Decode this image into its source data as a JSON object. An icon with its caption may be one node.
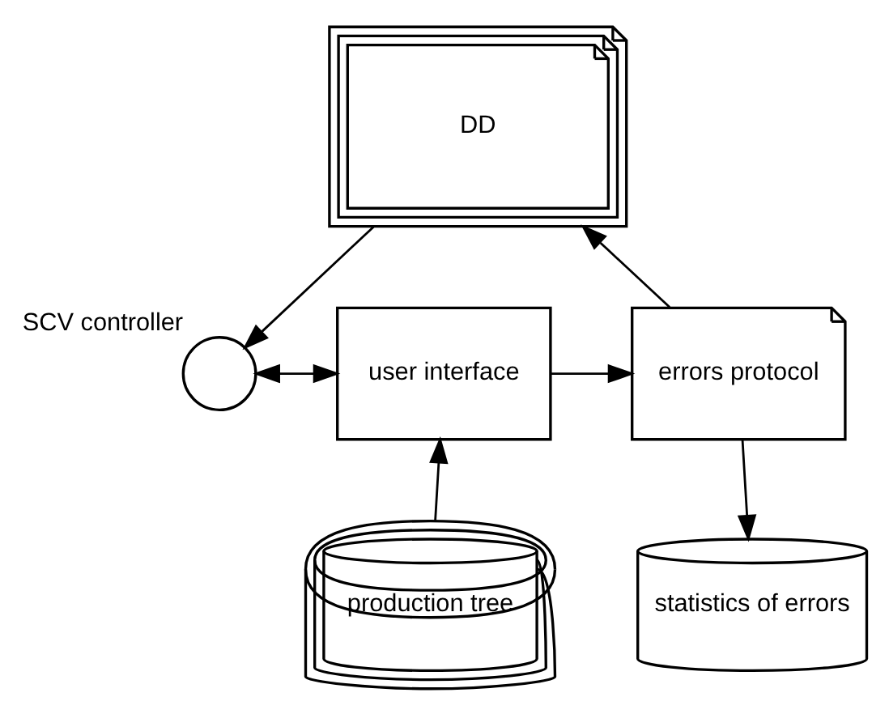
{
  "diagram": {
    "nodes": [
      {
        "text": [
          "DD"
        ]
      },
      {
        "text": [],
        "shape": "circle",
        "beside": [
          "SCV controller"
        ]
      },
      {
        "text": [
          "user interface"
        ]
      },
      {
        "text": [
          "errors protocol"
        ]
      },
      {
        "text": [
          "production tree"
        ]
      },
      {
        "text": [
          "statistics of errors"
        ]
      }
    ],
    "edges": [
      {
        "from": 0,
        "to": 1,
        "arrow": "to"
      },
      {
        "from": 1,
        "to": 2,
        "arrow": "both"
      },
      {
        "from": 2,
        "to": 3,
        "arrow": "to"
      },
      {
        "from": 3,
        "to": 0,
        "arrow": "to"
      },
      {
        "from": 4,
        "to": 2,
        "arrow": "to"
      },
      {
        "from": 3,
        "to": 5,
        "arrow": "to"
      }
    ]
  }
}
